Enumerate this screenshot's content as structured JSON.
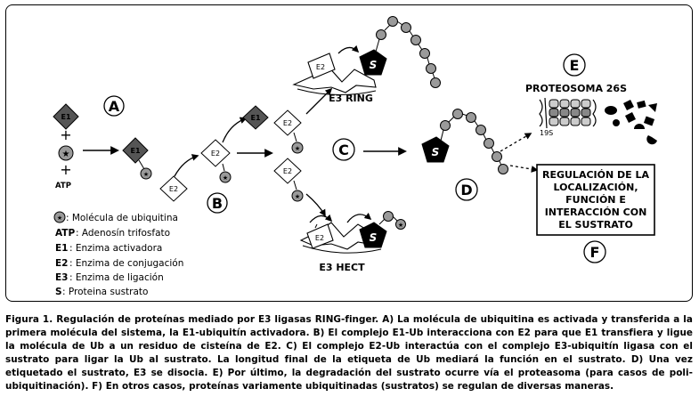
{
  "letters": {
    "a": "A",
    "b": "B",
    "c": "C",
    "d": "D",
    "e": "E",
    "f": "F"
  },
  "nodes": {
    "e1": "E1",
    "e2": "E2",
    "s": "S",
    "plus": "+",
    "star": "★",
    "atp": "ATP",
    "nineteen_s": "19S"
  },
  "complexes": {
    "ring": "E3 RING",
    "hect": "E3 HECT",
    "proteasome": "PROTEOSOMA 26S"
  },
  "regulation_box": {
    "lines": [
      "REGULACIÓN DE LA",
      "LOCALIZACIÓN,",
      "FUNCIÓN E",
      "INTERACCIÓN CON",
      "EL SUSTRATO"
    ]
  },
  "legend": {
    "ubiquitin": ": Molécula de ubiquitina",
    "atp_key": "ATP",
    "atp_desc": ": Adenosín trifosfato",
    "e1_key": "E1",
    "e1_desc": ": Enzima activadora",
    "e2_key": "E2",
    "e2_desc": ": Enzima de conjugación",
    "e3_key": "E3",
    "e3_desc": ": Enzima de ligación",
    "s_key": "S",
    "s_desc": ": Proteina sustrato"
  },
  "caption": "Figura 1. Regulación de proteínas mediado por E3 ligasas RING-finger. A) La molécula de ubiquitina es activada y transferida a la primera molécula del sistema, la E1-ubiquitín activadora. B) El complejo E1-Ub interacciona con E2 para que E1 transfiera y ligue la molécula de Ub a un residuo de cisteína de E2. C) El complejo E2-Ub interactúa con el complejo E3-ubiquitín ligasa con el sustrato para ligar la Ub al sustrato. La longitud final de la etiqueta de Ub mediará la función en el sustrato. D) Una vez etiquetado el sustrato, E3 se disocia. E) Por último, la degradación del sustrato ocurre vía el proteasoma (para casos de poli-ubiquitinación). F) En otros casos, proteínas variamente ubiquitinadas (sustratos) se regulan de diversas maneras.",
  "colors": {
    "e1_fill": "#555555",
    "ubiquitin_fill": "#9a9a9a",
    "black": "#000000",
    "white": "#ffffff"
  }
}
